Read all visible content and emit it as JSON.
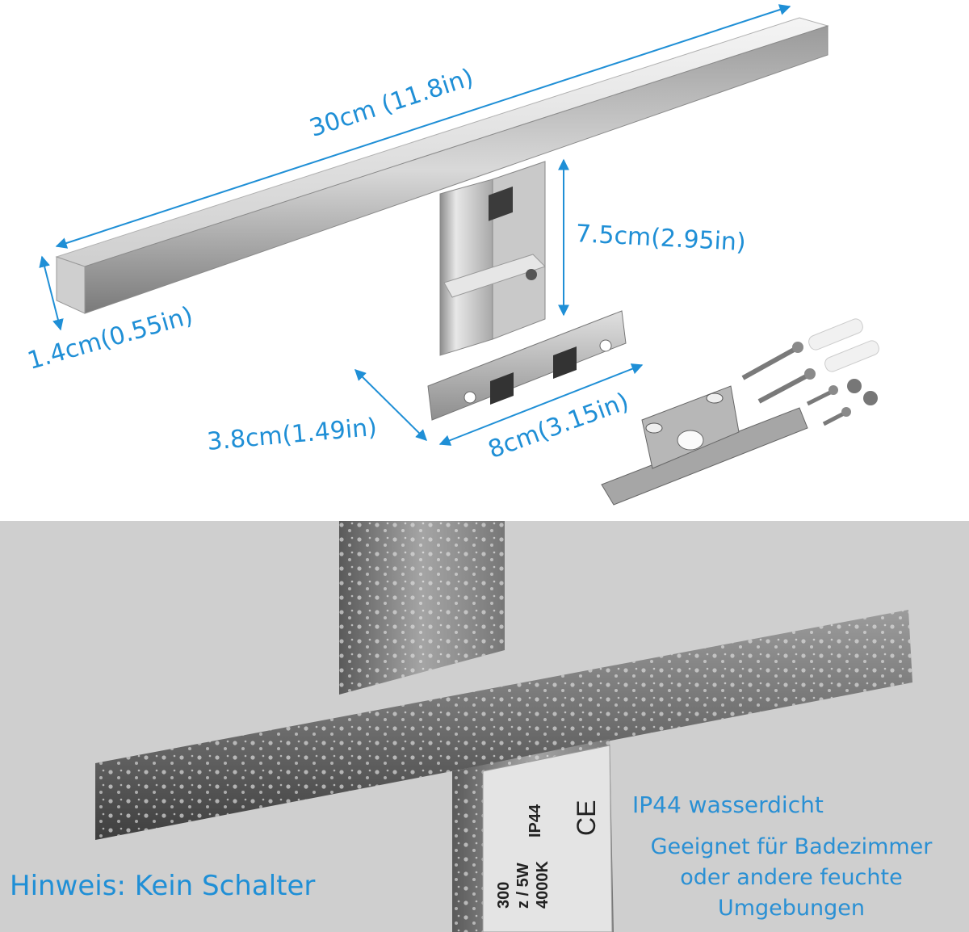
{
  "dimensions": {
    "length": "30cm (11.8in)",
    "height": "7.5cm(2.95in)",
    "thickness": "1.4cm(0.55in)",
    "depth": "3.8cm(1.49in)",
    "base_width": "8cm(3.15in)"
  },
  "water_info": {
    "rating": "IP44 wasserdicht",
    "suitable_line1": "Geeignet für Badezimmer",
    "suitable_line2": "oder andere feuchte",
    "suitable_line3": "Umgebungen"
  },
  "note": "Hinweis: Kein Schalter",
  "label_plate": {
    "line1": "300",
    "line2": "z / 5W",
    "line3": "4000K",
    "line4": "IP44",
    "mark": "CE"
  },
  "colors": {
    "accent_blue": "#1f8fd6",
    "panel_gray": "#cfcfcf"
  }
}
